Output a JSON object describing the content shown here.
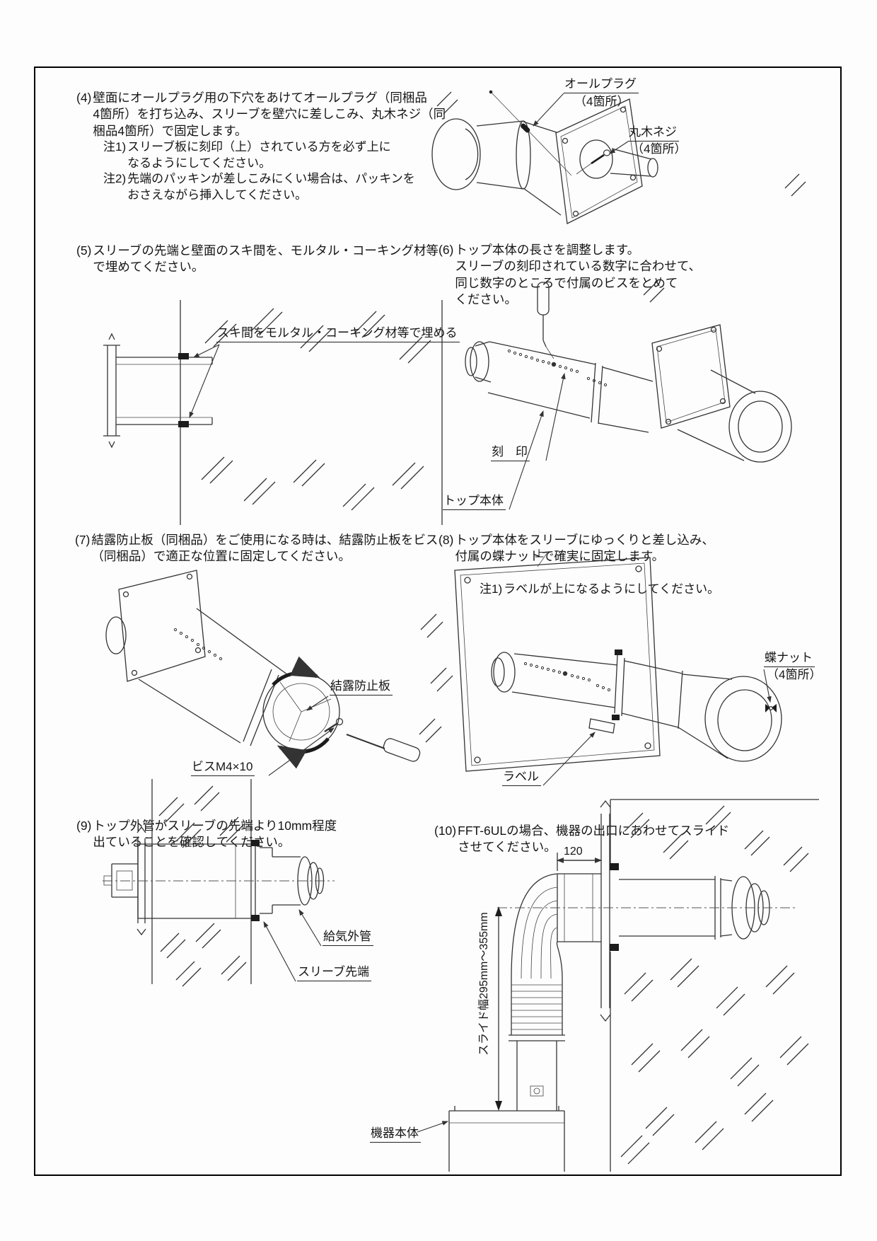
{
  "doc": {
    "s4": {
      "num": "(4)",
      "body": "壁面にオールプラグ用の下穴をあけてオールプラグ（同梱品\n4箇所）を打ち込み、スリーブを壁穴に差しこみ、丸木ネジ（同\n梱品4箇所）で固定します。"
    },
    "s4n1": {
      "num": "注1)",
      "body": "スリーブ板に刻印（上）されている方を必ず上に\nなるようにしてください。"
    },
    "s4n2": {
      "num": "注2)",
      "body": "先端のパッキンが差しこみにくい場合は、パッキンを\nおさえながら挿入してください。"
    },
    "s5": {
      "num": "(5)",
      "body": "スリーブの先端と壁面のスキ間を、モルタル・コーキング材等\nで埋めてください。"
    },
    "s6": {
      "num": "(6)",
      "body": "トップ本体の長さを調整します。\nスリーブの刻印されている数字に合わせて、\n同じ数字のところで付属のビスをとめて\nください。"
    },
    "s7": {
      "num": "(7)",
      "body": "結露防止板（同梱品）をご使用になる時は、結露防止板をビス\n（同梱品）で適正な位置に固定してください。"
    },
    "s8": {
      "num": "(8)",
      "body": "トップ本体をスリーブにゆっくりと差し込み、\n付属の蝶ナットで確実に固定します。"
    },
    "s8n1": {
      "num": "注1)",
      "body": "ラベルが上になるようにしてください。"
    },
    "s9": {
      "num": "(9)",
      "body": "トップ外管がスリーブの先端より10mm程度\n出ていることを確認してください。"
    },
    "s10": {
      "num": "(10)",
      "body": "FFT-6ULの場合、機器の出口にあわせてスライド\nさせてください。"
    }
  },
  "labels": {
    "all_plug": "オールプラグ",
    "all_plug_qty": "（4箇所）",
    "round_wood_screw": "丸木ネジ",
    "round_wood_screw_qty": "（4箇所）",
    "gap_fill": "スキ間をモルタル・コーキング材等で埋める",
    "kokuin": "刻　印",
    "top_body": "トップ本体",
    "condensation_plate": "結露防止板",
    "screw_m4": "ビスM4×10",
    "wing_nut": "蝶ナット",
    "wing_nut_qty": "（4箇所）",
    "label_plate": "ラベル",
    "air_supply_pipe": "給気外管",
    "sleeve_tip": "スリーブ先端",
    "dim_120": "120",
    "slide_width": "スライド幅295mm～355mm",
    "appliance_body": "機器本体",
    "up_mark": "上"
  }
}
